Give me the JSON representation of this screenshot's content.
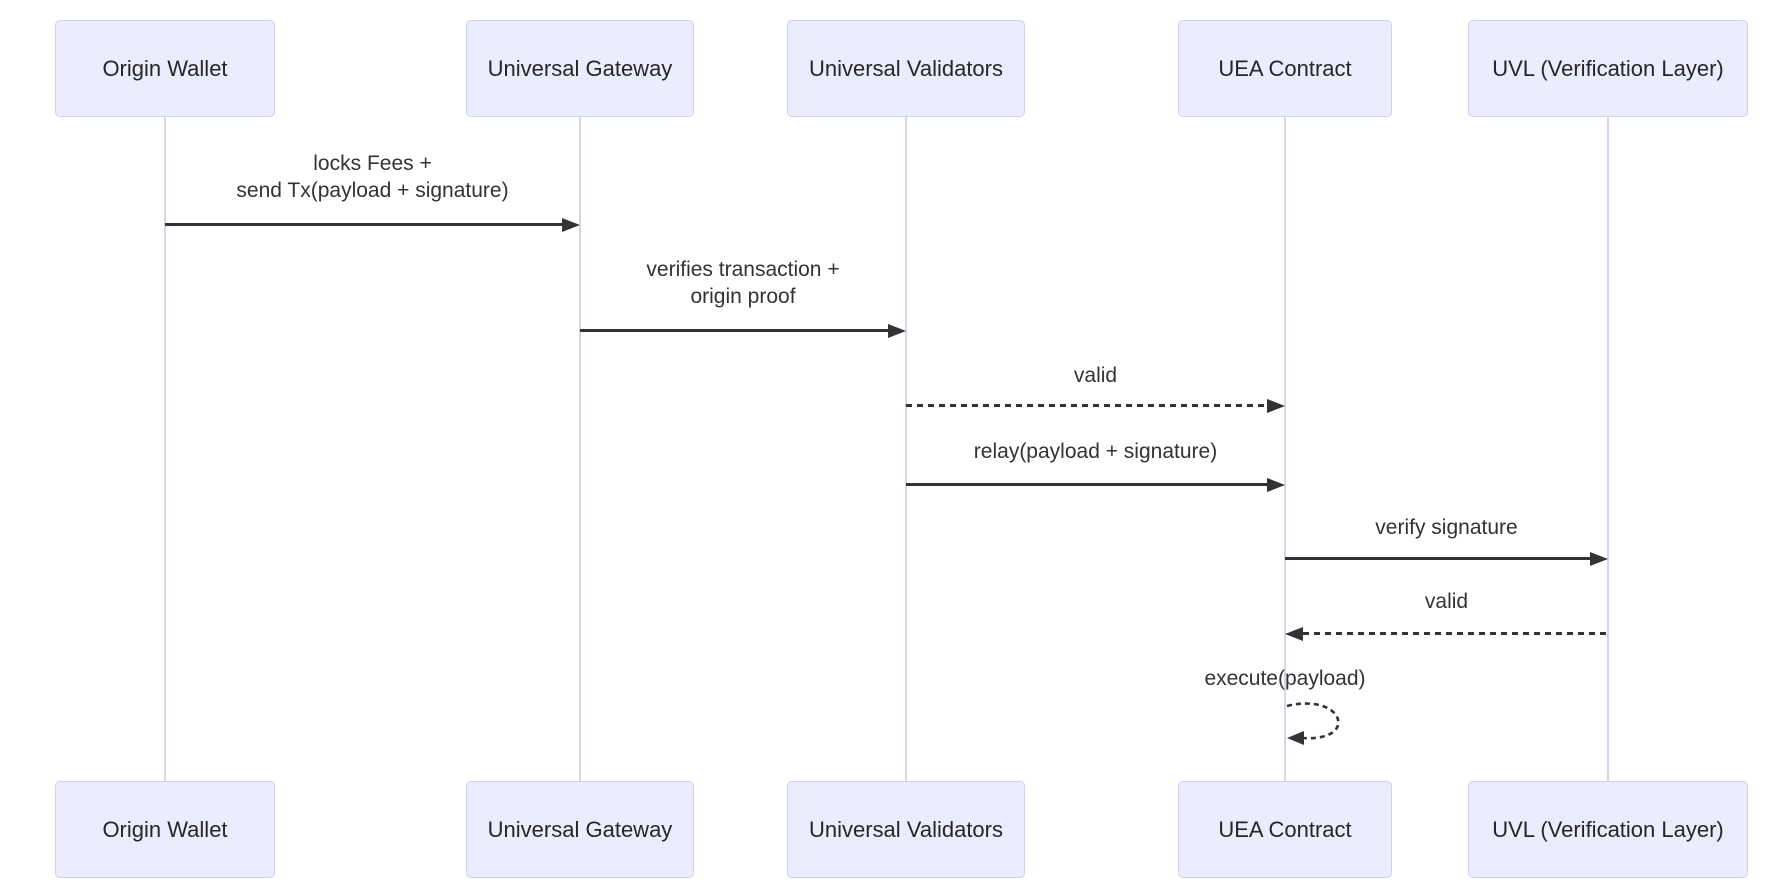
{
  "diagram": {
    "type": "sequence-diagram",
    "actors": [
      {
        "id": "origin-wallet",
        "label": "Origin Wallet"
      },
      {
        "id": "universal-gateway",
        "label": "Universal Gateway"
      },
      {
        "id": "universal-validators",
        "label": "Universal Validators"
      },
      {
        "id": "uea-contract",
        "label": "UEA Contract"
      },
      {
        "id": "uvl-verification-layer",
        "label": "UVL (Verification Layer)"
      }
    ],
    "messages": [
      {
        "from": "Origin Wallet",
        "to": "Universal Gateway",
        "arrow": "solid",
        "lines": [
          "locks Fees +",
          "send Tx(payload + signature)"
        ]
      },
      {
        "from": "Universal Gateway",
        "to": "Universal Validators",
        "arrow": "solid",
        "lines": [
          "verifies transaction +",
          "origin proof"
        ]
      },
      {
        "from": "Universal Validators",
        "to": "UEA Contract",
        "arrow": "dashed",
        "lines": [
          "valid"
        ]
      },
      {
        "from": "Universal Validators",
        "to": "UEA Contract",
        "arrow": "solid",
        "lines": [
          "relay(payload + signature)"
        ]
      },
      {
        "from": "UEA Contract",
        "to": "UVL (Verification Layer)",
        "arrow": "solid",
        "lines": [
          "verify signature"
        ]
      },
      {
        "from": "UVL (Verification Layer)",
        "to": "UEA Contract",
        "arrow": "dashed",
        "lines": [
          "valid"
        ]
      },
      {
        "from": "UEA Contract",
        "to": "UEA Contract",
        "arrow": "dashed-self",
        "lines": [
          "execute(payload)"
        ]
      }
    ],
    "colors": {
      "actor_fill": "#ECECFF",
      "actor_border": "#CFCFF0",
      "lifeline": "#D9D4EC",
      "arrow": "#333333",
      "text": "#333333",
      "actor_text": "#262626",
      "background": "#FFFFFF"
    }
  }
}
